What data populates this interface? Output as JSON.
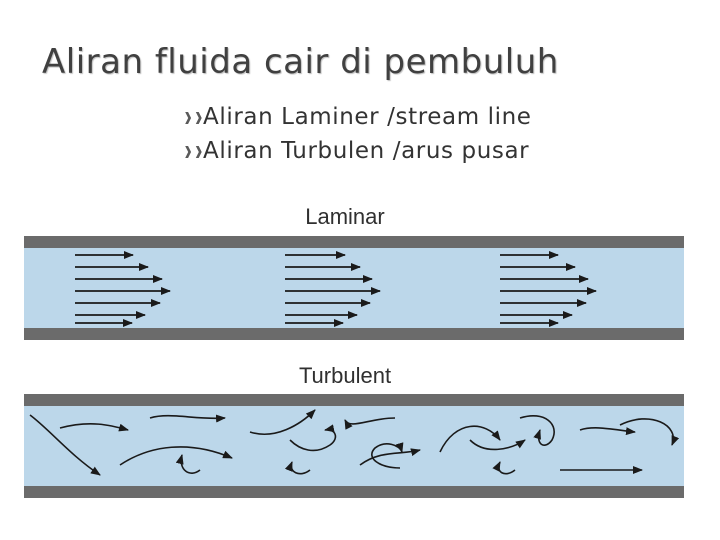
{
  "slide": {
    "title": "Aliran fluida cair di pembuluh",
    "bullets": [
      {
        "icon": "double-chevron-bullet-icon",
        "text": "Aliran Laminer /stream line"
      },
      {
        "icon": "double-chevron-bullet-icon",
        "text": "Aliran Turbulen /arus pusar"
      }
    ]
  },
  "figure": {
    "laminar_label": "Laminar",
    "turbulent_label": "Turbulent",
    "colors": {
      "pipe_wall": "#6b6b6b",
      "fluid": "#bcd7ea",
      "arrow": "#1a1a1a"
    }
  }
}
